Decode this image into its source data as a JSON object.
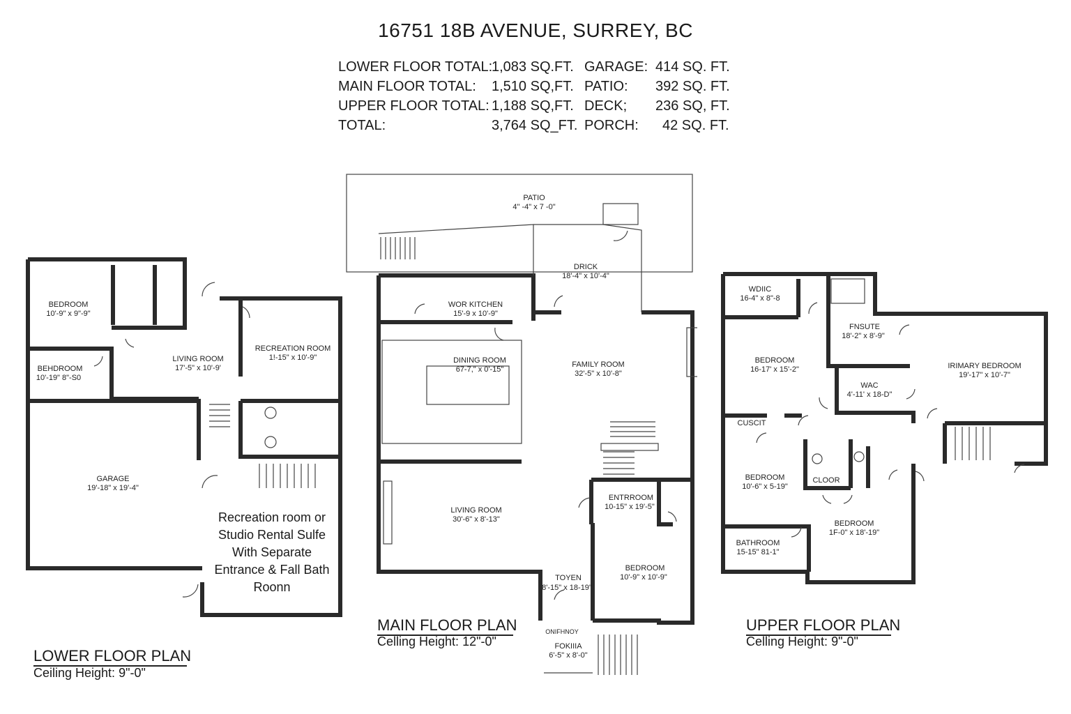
{
  "header": {
    "address": "16751 18B AVENUE, SURREY, BC",
    "stats": [
      {
        "label": "LOWER FLOOR TOTAL:",
        "value": "1,083 SQ.FT.",
        "label2": "GARAGE:",
        "value2": "414 SQ. FT."
      },
      {
        "label": "MAIN FLOOR TOTAL:",
        "value": "1,510 SQ,FT.",
        "label2": "PATIO:",
        "value2": "392 SQ. FT."
      },
      {
        "label": "UPPER FLOOR TOTAL:",
        "value": "1,188 SQ,FT.",
        "label2": "DECK;",
        "value2": "236 SQ, FT."
      },
      {
        "label": "TOTAL:",
        "value": "3,764 SQ_FT.",
        "label2": "PORCH:",
        "value2": "42 SQ. FT."
      }
    ]
  },
  "lower_floor": {
    "title": "LOWER FLOOR PLAN",
    "ceiling": "Ceiling Height: 9\"-0\"",
    "rooms": [
      {
        "name": "BEDROOM",
        "dims": "10'-9\" x 9\"-9\""
      },
      {
        "name": "BEHDROOM",
        "dims": "10'-19\" 8\"-S0"
      },
      {
        "name": "LIVING ROOM",
        "dims": "17'-5\" x 10'-9'"
      },
      {
        "name": "RECREATION ROOM",
        "dims": "1!-15\" x 10'-9\""
      },
      {
        "name": "GARAGE",
        "dims": "19'-18\" x 19'-4\""
      }
    ],
    "note_lines": [
      "Recreation room or",
      "Studio Rental Sulfe",
      "With Separate",
      "Entrance & Fall Bath",
      "Roonn"
    ]
  },
  "main_floor": {
    "title": "MAIN FLOOR PLAN",
    "ceiling": "Celling Height: 12\"-0\"",
    "rooms": [
      {
        "name": "PATIO",
        "dims": "4\" -4\" x 7 -0\""
      },
      {
        "name": "DRICK",
        "dims": "18'-4\" x 10'-4\""
      },
      {
        "name": "WOR KITCHEN",
        "dims": "15'-9 x 10'-9\""
      },
      {
        "name": "DINING ROOM",
        "dims": "67-7,\" x 0'-15\""
      },
      {
        "name": "FAMILY ROOM",
        "dims": "32'-5\" x 10'-8\""
      },
      {
        "name": "LIVING ROOM",
        "dims": "30'-6\" x 8'-13\""
      },
      {
        "name": "ENTRROOM",
        "dims": "10-15\" x 19'-5\""
      },
      {
        "name": "BEDROOM",
        "dims": "10'-9\" x 10'-9\""
      },
      {
        "name": "TOYEN",
        "dims": "8'-15\" x 18-19\""
      },
      {
        "name": "FOKIIIA",
        "dims": "6'-5\" x 8'-0\""
      }
    ],
    "small_label": "ONIFHNOY"
  },
  "upper_floor": {
    "title": "UPPER FLOOR PLAN",
    "ceiling": "Celling Height: 9\"-0\"",
    "rooms": [
      {
        "name": "WDIIC",
        "dims": "16-4\" x 8\"-8"
      },
      {
        "name": "FNSUTE",
        "dims": "18'-2\" x 8'-9\""
      },
      {
        "name": "BEDROOM",
        "dims": "16-17' x 15'-2\""
      },
      {
        "name": "IRIMARY BEDROOM",
        "dims": "19'-17\" x 10'-7\""
      },
      {
        "name": "WAC",
        "dims": "4'-11' x 18-D\""
      },
      {
        "name": "CUSCIT",
        "dims": ""
      },
      {
        "name": "BEDROOM",
        "dims": "10'-6\" x 5-19\""
      },
      {
        "name": "CLOOR",
        "dims": ""
      },
      {
        "name": "BATHROOM",
        "dims": "15-15\" 81-1\""
      },
      {
        "name": "BEDROOM",
        "dims": "1F-0\" x 18'-19\""
      }
    ]
  }
}
